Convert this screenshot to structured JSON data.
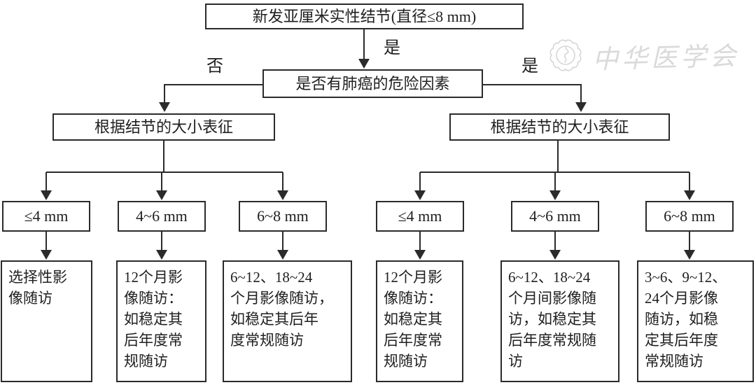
{
  "flowchart": {
    "root": {
      "label": "新发亚厘米实性结节(直径≤8 mm)"
    },
    "decision": {
      "label": "是否有肺癌的危险因素"
    },
    "edge_labels": {
      "root_yes": "是",
      "no": "否",
      "yes": "是"
    },
    "branches": {
      "no_branch": {
        "header": "根据结节的大小表征",
        "sizes": [
          {
            "label": "≤4 mm",
            "action": "选择性影\n像随访"
          },
          {
            "label": "4~6 mm",
            "action": "12个月影\n像随访：\n如稳定其\n后年度常\n规随访"
          },
          {
            "label": "6~8 mm",
            "action": "6~12、18~24\n个月影像随访，\n如稳定其后年\n度常规随访"
          }
        ]
      },
      "yes_branch": {
        "header": "根据结节的大小表征",
        "sizes": [
          {
            "label": "≤4 mm",
            "action": "12个月影\n像随访：\n如稳定其\n后年度常\n规随访"
          },
          {
            "label": "4~6 mm",
            "action": "6~12、18~24\n个月间影像随\n访，如稳定其\n后年度常规随\n访"
          },
          {
            "label": "6~8 mm",
            "action": "3~6、9~12、\n24个月影像\n随访，如稳\n定其后年度\n常规随访"
          }
        ]
      }
    },
    "watermark": {
      "text": "中华医学会"
    },
    "colors": {
      "line": "#2b2b2b",
      "watermark": "#dadada"
    }
  }
}
